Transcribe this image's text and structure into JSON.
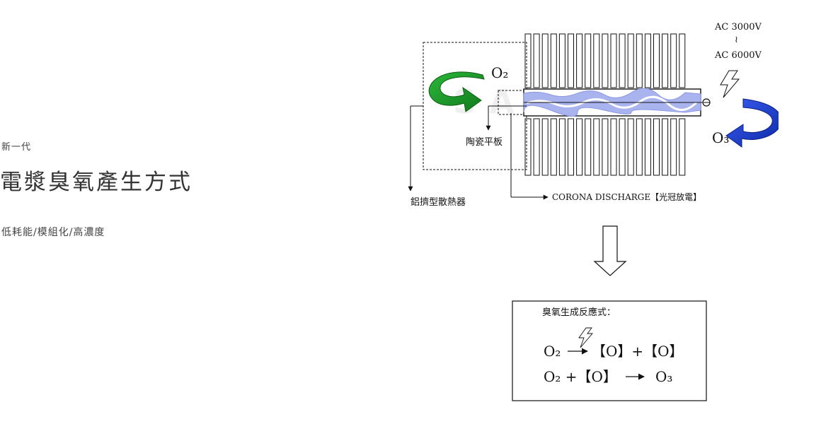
{
  "heading": {
    "eyebrow": "新一代",
    "title": "電漿臭氧產生方式",
    "subtitle": "低耗能/模組化/高濃度"
  },
  "diagram": {
    "voltage_top": "AC 3000V",
    "voltage_sep": "≀",
    "voltage_bottom": "AC 6000V",
    "input_gas": "O₂",
    "output_gas": "O₃",
    "ceramic_label": "陶瓷平板",
    "heatsink_label": "鋁擠型散熱器",
    "discharge_label": "CORONA DISCHARGE【光冠放電】",
    "watermark": "SANREY",
    "reaction_title": "臭氧生成反應式：",
    "reaction_line1_left": "O₂",
    "reaction_line1_right": "【O】+【O】",
    "reaction_line2_left": "O₂ +【O】",
    "reaction_line2_right": "O₃"
  },
  "colors": {
    "green_arrow": "#1f9a2a",
    "blue_arrow": "#1638c8",
    "plasma": "#a9b4ee"
  }
}
